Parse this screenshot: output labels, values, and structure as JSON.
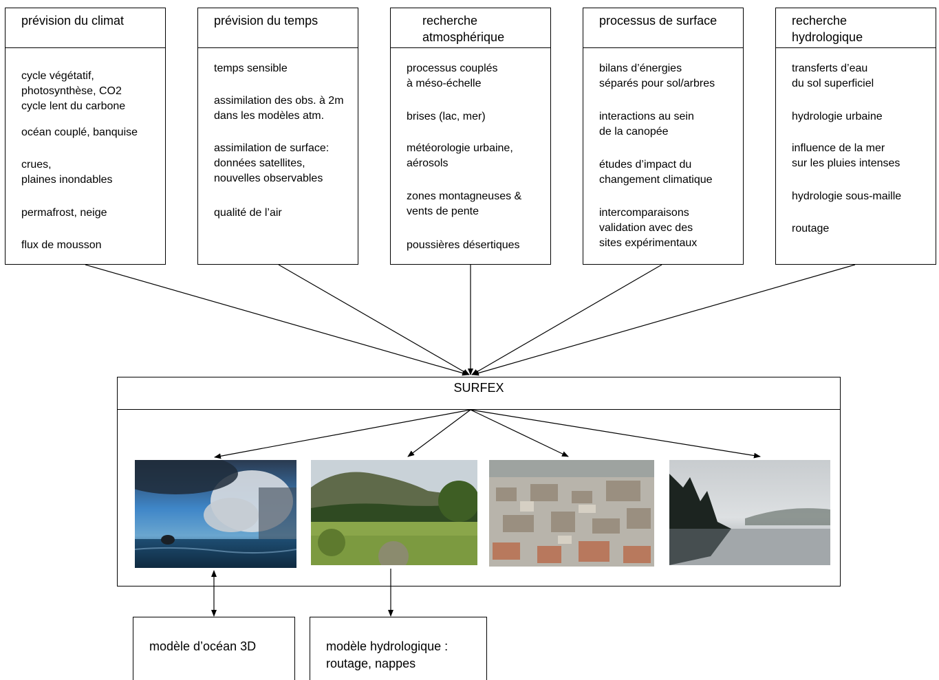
{
  "columns": [
    {
      "title": "prévision du climat",
      "items": [
        "cycle végétatif,\nphotosynthèse, CO2\ncycle lent du carbone",
        "océan couplé, banquise",
        "crues,\nplaines inondables",
        "permafrost, neige",
        "flux de mousson"
      ]
    },
    {
      "title": "prévision du temps",
      "items": [
        "temps sensible",
        "assimilation des obs. à 2m\ndans les modèles atm.",
        "assimilation de surface:\ndonnées satellites,\nnouvelles observables",
        "qualité de l’air"
      ]
    },
    {
      "title": "recherche\natmosphérique",
      "items": [
        "processus couplés\nà méso-échelle",
        "brises (lac, mer)",
        "météorologie urbaine,\naérosols",
        "zones montagneuses &\nvents de pente",
        "poussières désertiques"
      ]
    },
    {
      "title": "processus de surface",
      "items": [
        "bilans d’énergies\nséparés pour sol/arbres",
        "interactions au sein\nde la canopée",
        "études d’impact du\nchangement climatique",
        "intercomparaisons\nvalidation avec des\nsites expérimentaux"
      ]
    },
    {
      "title": "recherche\nhydrologique",
      "items": [
        "transferts d’eau\ndu sol superficiel",
        "hydrologie urbaine",
        "influence de la mer\nsur les pluies intenses",
        "hydrologie sous-maille",
        "routage"
      ]
    }
  ],
  "surfex": {
    "title": "SURFEX"
  },
  "photos": [
    {
      "name": "ocean-storm-photo"
    },
    {
      "name": "grassland-hills-photo"
    },
    {
      "name": "city-aerial-photo"
    },
    {
      "name": "misty-lake-photo"
    }
  ],
  "bottom_boxes": [
    {
      "label": "modèle d’océan 3D"
    },
    {
      "label": "modèle hydrologique :\nroutage, nappes"
    }
  ]
}
